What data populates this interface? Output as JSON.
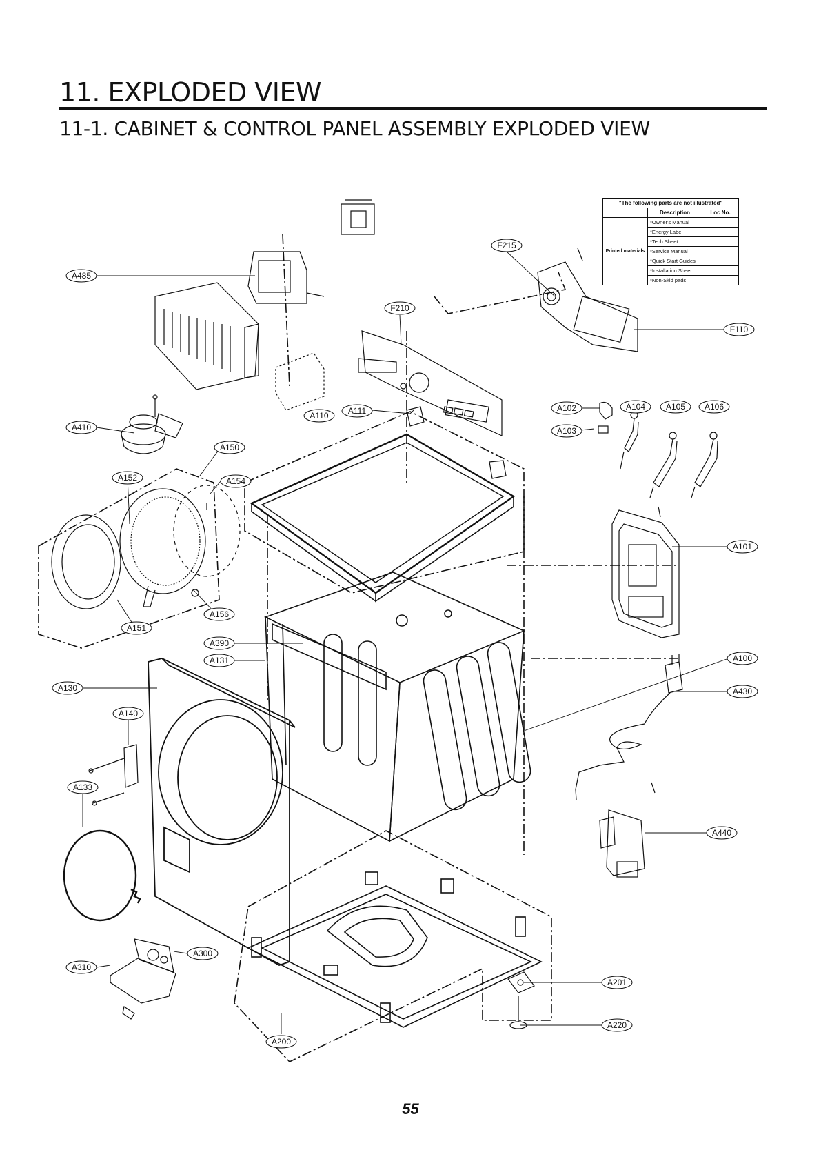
{
  "header": {
    "title": "11. EXPLODED VIEW",
    "subtitle": "11-1. CABINET & CONTROL PANEL ASSEMBLY EXPLODED VIEW"
  },
  "note_table": {
    "heading": "\"The following parts are not illustrated\"",
    "col_description": "Description",
    "col_loc": "Loc No.",
    "category": "Printed materials",
    "items": [
      "*Owner's Manual",
      "*Energy Label",
      "*Tech Sheet",
      "*Service Manual",
      "*Quick Start Guides",
      "*Installation Sheet",
      "*Non-Skid pads"
    ]
  },
  "callouts": {
    "A485": "A485",
    "F215": "F215",
    "F210": "F210",
    "F110": "F110",
    "A110": "A110",
    "A111": "A111",
    "A102": "A102",
    "A104": "A104",
    "A105": "A105",
    "A106": "A106",
    "A103": "A103",
    "A410": "A410",
    "A150": "A150",
    "A152": "A152",
    "A154": "A154",
    "A101": "A101",
    "A156": "A156",
    "A151": "A151",
    "A390": "A390",
    "A131": "A131",
    "A100": "A100",
    "A130": "A130",
    "A430": "A430",
    "A140": "A140",
    "A133": "A133",
    "A440": "A440",
    "A300": "A300",
    "A310": "A310",
    "A201": "A201",
    "A220": "A220",
    "A200": "A200"
  },
  "page_number": "55"
}
